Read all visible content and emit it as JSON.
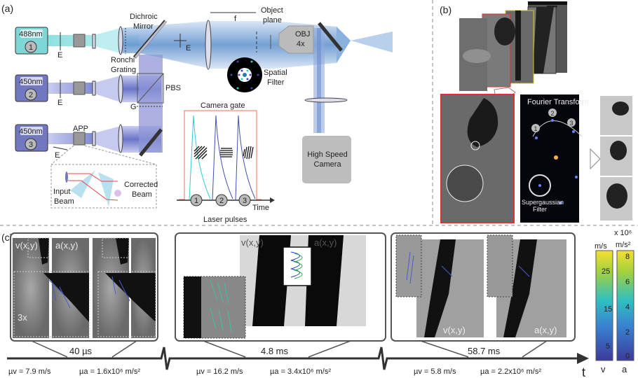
{
  "panel_a": {
    "label": "(a)",
    "lasers": [
      {
        "wavelength": "488nm",
        "number": "1",
        "color": "#7fd6d6"
      },
      {
        "wavelength": "450nm",
        "number": "2",
        "color": "#7278c0"
      },
      {
        "wavelength": "450nm",
        "number": "3",
        "color": "#7278c0"
      }
    ],
    "e_field": "E",
    "dichroic_mirror": [
      "Dichroic",
      "Mirror"
    ],
    "ronchi_grating": [
      "Ronchi",
      "Grating"
    ],
    "pbs": "PBS",
    "g": "G",
    "app": "APP",
    "focal": "f",
    "object_plane": [
      "Object",
      "plane"
    ],
    "objective": [
      "OBJ",
      "4x"
    ],
    "spatial_filter": [
      "Spatial",
      "Filter"
    ],
    "camera": [
      "High Speed",
      "Camera"
    ],
    "input_beam": [
      "Input",
      "Beam"
    ],
    "corrected_beam": [
      "Corrected",
      "Beam"
    ],
    "camera_gate": "Camera gate",
    "time": "Time",
    "laser_pulses": "Laser pulses",
    "pulse_numbers": [
      "1",
      "2",
      "3"
    ],
    "gate_color": "#f07050"
  },
  "panel_b": {
    "label": "(b)",
    "fourier_transform": "Fourier Transform",
    "ft_numbers": [
      "1",
      "2",
      "3"
    ],
    "filter": [
      "Supergaussian",
      "Filter"
    ]
  },
  "panel_c": {
    "label": "(c)",
    "groups": [
      {
        "time": "40 µs",
        "mu_v": "µv = 7.9 m/s",
        "mu_a": "µa = 1.6x10⁶ m/s²",
        "v_label": "v(x,y)",
        "a_label": "a(x,y)",
        "zoom": "3x"
      },
      {
        "time": "4.8 ms",
        "mu_v": "µv = 16.2 m/s",
        "mu_a": "µa = 3.4x10⁶ m/s²",
        "v_label": "v(x,y)",
        "a_label": "a(x,y)"
      },
      {
        "time": "58.7 ms",
        "mu_v": "µv = 5.8 m/s",
        "mu_a": "µa = 2.2x10⁶ m/s²",
        "v_label": "v(x,y)",
        "a_label": "a(x,y)"
      }
    ],
    "time_axis": "t",
    "colorbar_v": {
      "unit": "m/s",
      "ticks": [
        "25",
        "15",
        "5"
      ],
      "label": "v",
      "range": [
        0,
        30
      ]
    },
    "colorbar_a": {
      "scale": "x 10⁶",
      "unit": "m/s²",
      "ticks": [
        "8",
        "6",
        "4",
        "2",
        "0"
      ],
      "label": "a",
      "range": [
        0,
        8
      ]
    }
  }
}
